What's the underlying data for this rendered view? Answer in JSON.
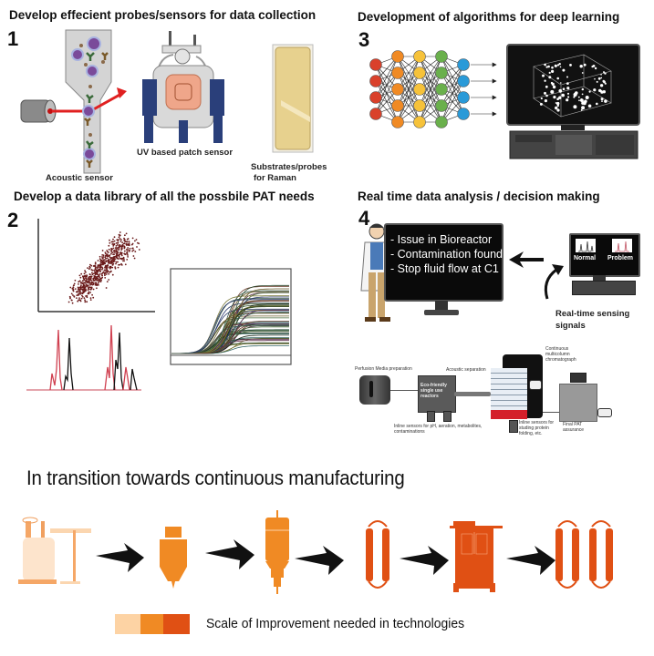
{
  "panels": {
    "p1": {
      "number": "1",
      "title": "Develop effecient probes/sensors for data collection",
      "captions": {
        "acoustic": "Acoustic sensor",
        "uv": "UV based patch sensor",
        "raman_line1": "Substrates/probes",
        "raman_line2": "for Raman"
      }
    },
    "p2": {
      "number": "2",
      "title": "Develop a data library of all the possbile PAT needs"
    },
    "p3": {
      "number": "3",
      "title": "Development of algorithms for deep learning"
    },
    "p4": {
      "number": "4",
      "title": "Real time data analysis / decision making",
      "screen_lines": [
        "- Issue in Bioreactor",
        "- Contamination found",
        "- Stop fluid flow at C1"
      ],
      "monitor_labels": {
        "normal": "Normal",
        "problem": "Problem"
      },
      "signals_line1": "Real-time sensing",
      "signals_line2": "signals",
      "process": {
        "perfusion": "Perfusion Media preparation",
        "reactor_line1": "Eco-friendly",
        "reactor_line2": "single use",
        "reactor_line3": "reactors",
        "acoustic": "Acoustic separation",
        "chrom_line1": "Continuous",
        "chrom_line2": "multicolumn",
        "chrom_line3": "chromatograph",
        "inline1_line1": "Inline sensors for pH, aeration, metabolites,",
        "inline1_line2": "contaminations",
        "inline2_line1": "Inline sensors for",
        "inline2_line2": "studing protein",
        "inline2_line3": "folding, etc.",
        "final_line1": "Final PAT",
        "final_line2": "assurance"
      }
    }
  },
  "bottom": {
    "title": "In transition towards continuous manufacturing",
    "stages": [
      {
        "name": "bioreactor",
        "level": "light"
      },
      {
        "name": "centrifuge",
        "level": "medium"
      },
      {
        "name": "filter-column",
        "level": "medium"
      },
      {
        "name": "single-column",
        "level": "dark"
      },
      {
        "name": "chromatography-system",
        "level": "dark"
      },
      {
        "name": "multi-column",
        "level": "dark"
      }
    ],
    "legend": {
      "text": "Scale of Improvement needed in technologies",
      "colors": {
        "light": "#fdd3a4",
        "medium": "#f08a24",
        "dark": "#e05014"
      }
    }
  }
}
